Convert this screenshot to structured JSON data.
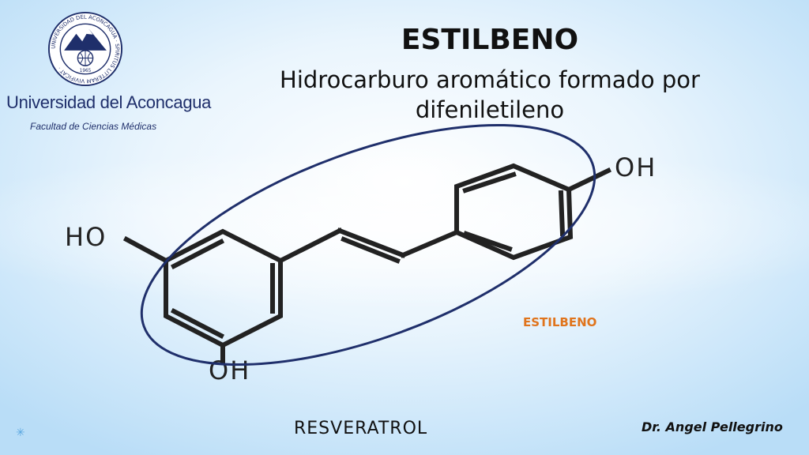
{
  "header": {
    "university_name": "Universidad del Aconcagua",
    "faculty_name": "Facultad de Ciencias Médicas",
    "seal_ring_text": "UNIVERSIDAD DEL ACONCAGUA · SPIRITUS LITTERAM VIVIFICAT ·",
    "seal_year": "1965"
  },
  "slide": {
    "title": "ESTILBENO",
    "subtitle": "Hidrocarburo aromático formado por difeniletileno"
  },
  "diagram": {
    "ho_left": "HO",
    "oh_bottom": "OH",
    "oh_top_right": "OH",
    "highlight_label": "ESTILBENO",
    "molecule_name": "RESVERATROL"
  },
  "footer": {
    "author": "Dr.  Angel Pellegrino"
  },
  "colors": {
    "ellipse": "#1f2f6b",
    "highlight_label": "#e0741c",
    "university": "#1f2f6b"
  }
}
